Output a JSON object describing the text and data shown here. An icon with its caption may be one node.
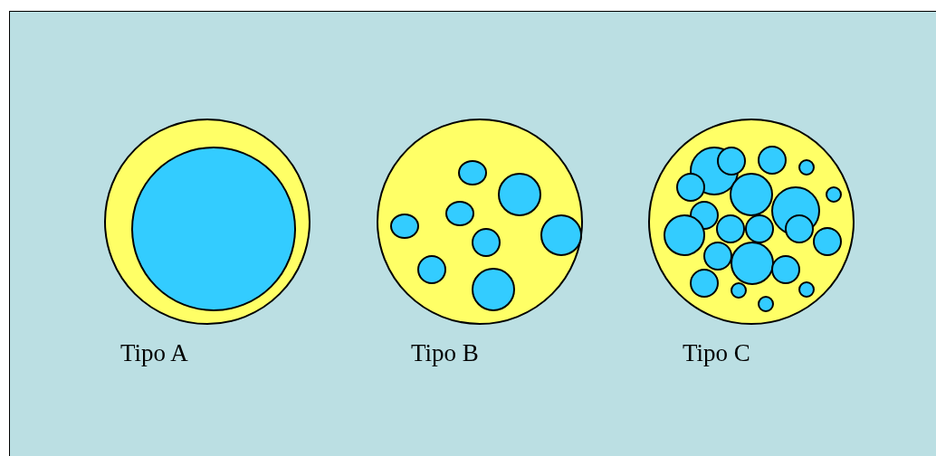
{
  "diagram": {
    "nodes": [
      {
        "text": [
          "Tipo A"
        ]
      },
      {
        "text": [
          "Tipo B"
        ]
      },
      {
        "text": [
          "Tipo C"
        ]
      }
    ]
  }
}
